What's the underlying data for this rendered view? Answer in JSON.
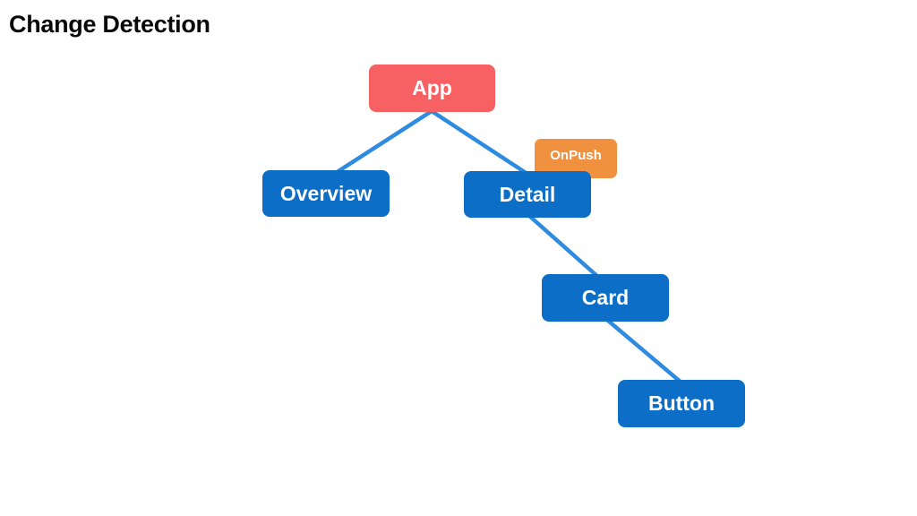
{
  "page": {
    "title": "Change Detection",
    "background_color": "#ffffff"
  },
  "colors": {
    "root_node": "#f76164",
    "component_node": "#0d6ec7",
    "strategy_badge": "#f0913f",
    "edge": "#2f8be0",
    "node_label": "#ffffff",
    "title_text": "#0a0a0a"
  },
  "diagram": {
    "type": "component-tree",
    "nodes": [
      {
        "id": "app",
        "label": "App",
        "kind": "root",
        "color": "#f76164"
      },
      {
        "id": "overview",
        "label": "Overview",
        "kind": "component",
        "color": "#0d6ec7"
      },
      {
        "id": "detail",
        "label": "Detail",
        "kind": "component",
        "color": "#0d6ec7"
      },
      {
        "id": "card",
        "label": "Card",
        "kind": "component",
        "color": "#0d6ec7"
      },
      {
        "id": "button",
        "label": "Button",
        "kind": "component",
        "color": "#0d6ec7"
      }
    ],
    "badges": [
      {
        "id": "onpush",
        "label": "OnPush",
        "attached_to": "detail",
        "color": "#f0913f"
      }
    ],
    "edges": [
      {
        "from": "app",
        "to": "overview"
      },
      {
        "from": "app",
        "to": "detail"
      },
      {
        "from": "detail",
        "to": "card"
      },
      {
        "from": "card",
        "to": "button"
      }
    ]
  }
}
